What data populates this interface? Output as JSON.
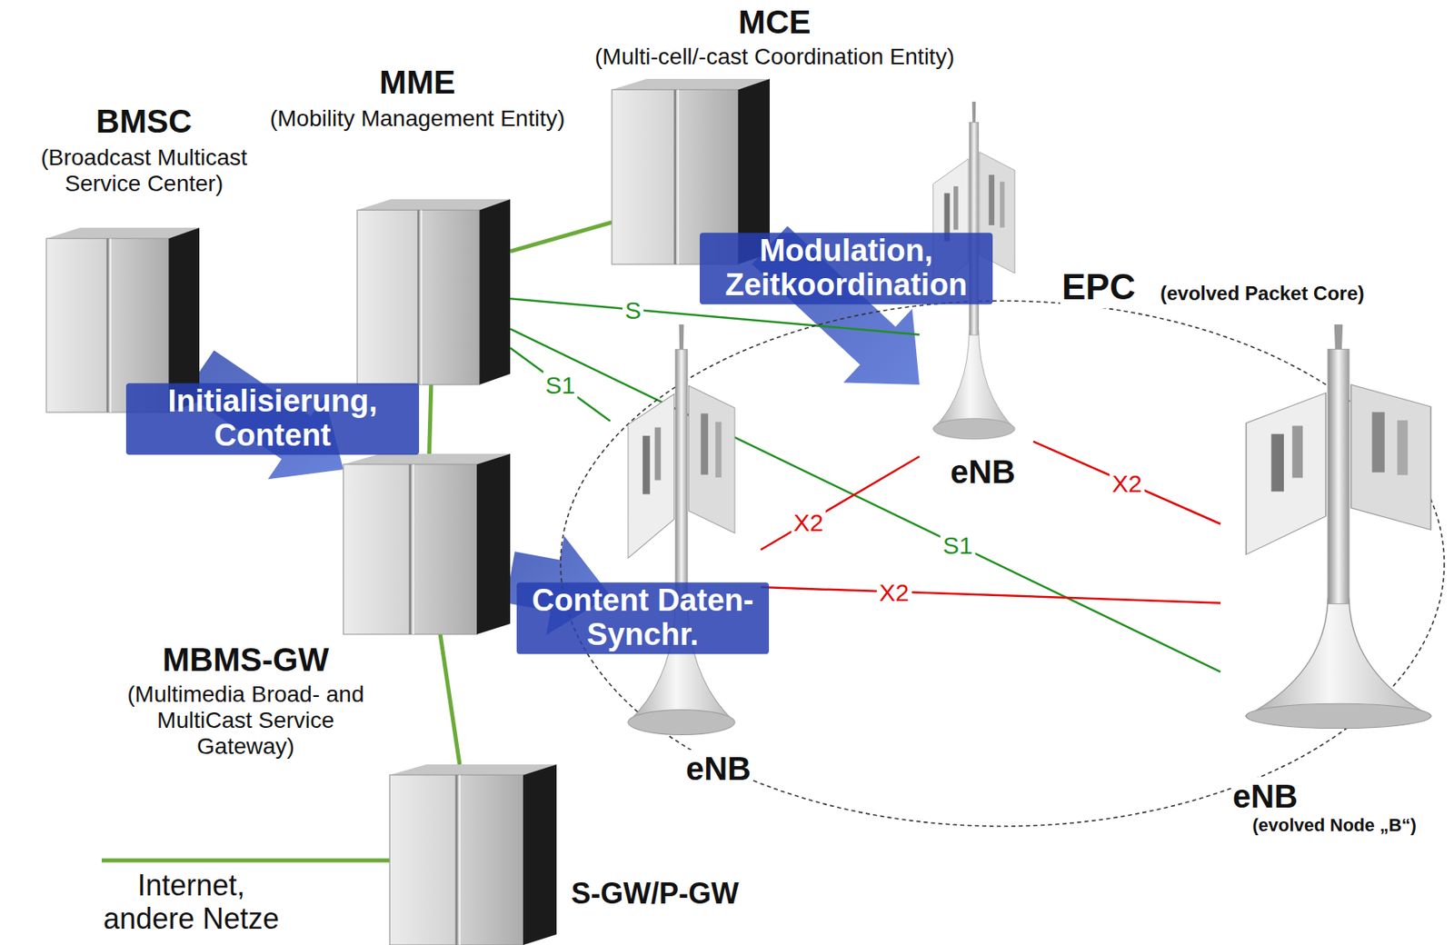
{
  "diagram": {
    "nodes": [
      {
        "text": [
          "BMSC",
          "(Broadcast Multicast Service Center)"
        ]
      },
      {
        "text": [
          "MME",
          "(Mobility Management Entity)"
        ]
      },
      {
        "text": [
          "MCE",
          "(Multi-cell/-cast Coordination Entity)"
        ]
      },
      {
        "text": [
          "MBMS-GW",
          "(Multimedia Broad- and MultiCast Service Gateway)"
        ]
      },
      {
        "text": [
          "EPC",
          "(evolved Packet Core)"
        ]
      },
      {
        "text": [
          "eNB"
        ],
        "in": 4
      },
      {
        "text": [
          "eNB"
        ]
      },
      {
        "text": [
          "eNB",
          "(evolved Node „B“)"
        ],
        "in": 4
      },
      {
        "text": [
          "S-GW/P-GW"
        ]
      }
    ],
    "edges": [
      {
        "from": 0,
        "to": 3,
        "arrow": "to",
        "label": "Initialisierung, Content"
      },
      {
        "from": 2,
        "to": 6,
        "arrow": "to",
        "label": "Modulation, Zeitkoordination"
      },
      {
        "from": 3,
        "to": 5,
        "arrow": "to",
        "label": "Content Daten-Synchr."
      },
      {
        "from": 2,
        "to": 1,
        "arrow": "none"
      },
      {
        "from": 1,
        "to": 3,
        "arrow": "none"
      },
      {
        "from": 3,
        "to": 8,
        "arrow": "none"
      },
      {
        "from": 1,
        "to": 5,
        "arrow": "none",
        "label": "S1"
      },
      {
        "from": 1,
        "to": 6,
        "arrow": "none",
        "label": "S"
      },
      {
        "from": 1,
        "to": 7,
        "arrow": "none",
        "label": "S1"
      },
      {
        "from": 5,
        "to": 6,
        "arrow": "none",
        "label": "X2"
      },
      {
        "from": 6,
        "to": 7,
        "arrow": "none",
        "label": "X2"
      },
      {
        "from": 5,
        "to": 7,
        "arrow": "none",
        "label": "X2"
      }
    ],
    "labels": [
      "Internet, andere Netze"
    ]
  }
}
